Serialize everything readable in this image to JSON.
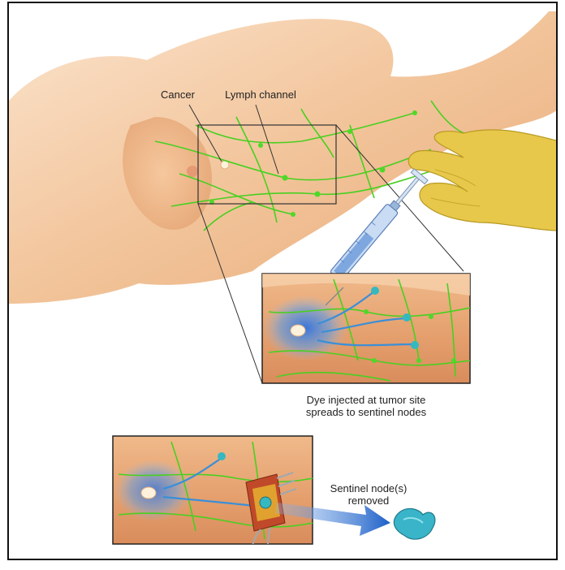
{
  "labels": {
    "cancer": "Cancer",
    "lymph_channel": "Lymph channel",
    "dye_caption_line1": "Dye injected at tumor site",
    "dye_caption_line2": "spreads to sentinel nodes",
    "removed_line1": "Sentinel node(s)",
    "removed_line2": "removed"
  },
  "colors": {
    "skin": "#f2c49a",
    "skin_dark": "#d99a6a",
    "lymph": "#44cc22",
    "dye": "#3a7fd8",
    "node": "#36b8c0",
    "glove": "#e8c84a",
    "border": "#111111"
  },
  "icons": [
    "syringe-icon",
    "glove-hand-icon",
    "sentinel-node-icon",
    "arrow-icon",
    "surgical-retractor-icon"
  ]
}
